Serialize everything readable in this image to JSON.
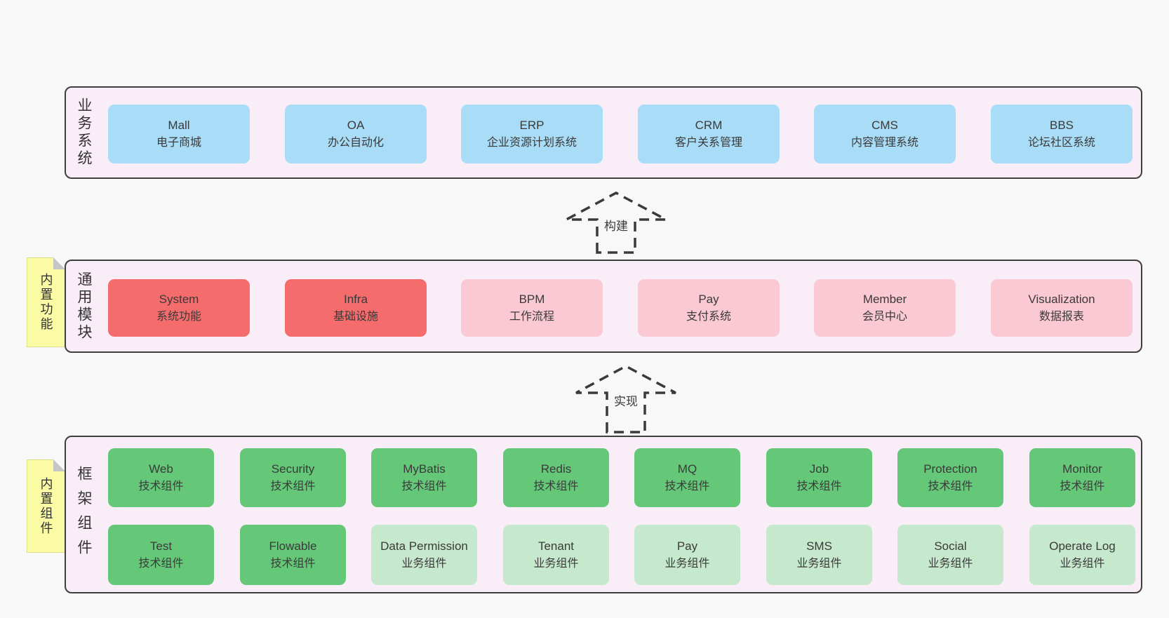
{
  "colors": {
    "page_bg": "#f8f8f8",
    "panel_bg": "#f9eef8",
    "panel_border": "#3f3f3f",
    "blue_box": "#a9dcf6",
    "red_box": "#f56c6c",
    "pink_box": "#fbc9d3",
    "green_box": "#65c878",
    "light_green_box": "#c6e9cd",
    "note_bg": "#fbfba5",
    "text": "#3a3a3a"
  },
  "sections": {
    "business": {
      "label": "业务系统",
      "boxes": [
        {
          "title": "Mall",
          "subtitle": "电子商城",
          "variant": "blue"
        },
        {
          "title": "OA",
          "subtitle": "办公自动化",
          "variant": "blue"
        },
        {
          "title": "ERP",
          "subtitle": "企业资源计划系统",
          "variant": "blue"
        },
        {
          "title": "CRM",
          "subtitle": "客户关系管理",
          "variant": "blue"
        },
        {
          "title": "CMS",
          "subtitle": "内容管理系统",
          "variant": "blue"
        },
        {
          "title": "BBS",
          "subtitle": "论坛社区系统",
          "variant": "blue"
        }
      ]
    },
    "modules": {
      "label": "通用模块",
      "note": "内置功能",
      "boxes": [
        {
          "title": "System",
          "subtitle": "系统功能",
          "variant": "red"
        },
        {
          "title": "Infra",
          "subtitle": "基础设施",
          "variant": "red"
        },
        {
          "title": "BPM",
          "subtitle": "工作流程",
          "variant": "pink"
        },
        {
          "title": "Pay",
          "subtitle": "支付系统",
          "variant": "pink"
        },
        {
          "title": "Member",
          "subtitle": "会员中心",
          "variant": "pink"
        },
        {
          "title": "Visualization",
          "subtitle": "数据报表",
          "variant": "pink"
        }
      ]
    },
    "components": {
      "label": "框架组件",
      "note": "内置组件",
      "row1": [
        {
          "title": "Web",
          "subtitle": "技术组件",
          "variant": "green"
        },
        {
          "title": "Security",
          "subtitle": "技术组件",
          "variant": "green"
        },
        {
          "title": "MyBatis",
          "subtitle": "技术组件",
          "variant": "green"
        },
        {
          "title": "Redis",
          "subtitle": "技术组件",
          "variant": "green"
        },
        {
          "title": "MQ",
          "subtitle": "技术组件",
          "variant": "green"
        },
        {
          "title": "Job",
          "subtitle": "技术组件",
          "variant": "green"
        },
        {
          "title": "Protection",
          "subtitle": "技术组件",
          "variant": "green"
        },
        {
          "title": "Monitor",
          "subtitle": "技术组件",
          "variant": "green"
        }
      ],
      "row2": [
        {
          "title": "Test",
          "subtitle": "技术组件",
          "variant": "green"
        },
        {
          "title": "Flowable",
          "subtitle": "技术组件",
          "variant": "green"
        },
        {
          "title": "Data Permission",
          "subtitle": "业务组件",
          "variant": "light-green"
        },
        {
          "title": "Tenant",
          "subtitle": "业务组件",
          "variant": "light-green"
        },
        {
          "title": "Pay",
          "subtitle": "业务组件",
          "variant": "light-green"
        },
        {
          "title": "SMS",
          "subtitle": "业务组件",
          "variant": "light-green"
        },
        {
          "title": "Social",
          "subtitle": "业务组件",
          "variant": "light-green"
        },
        {
          "title": "Operate Log",
          "subtitle": "业务组件",
          "variant": "light-green"
        }
      ]
    }
  },
  "arrows": [
    {
      "label": "构建"
    },
    {
      "label": "实现"
    }
  ]
}
